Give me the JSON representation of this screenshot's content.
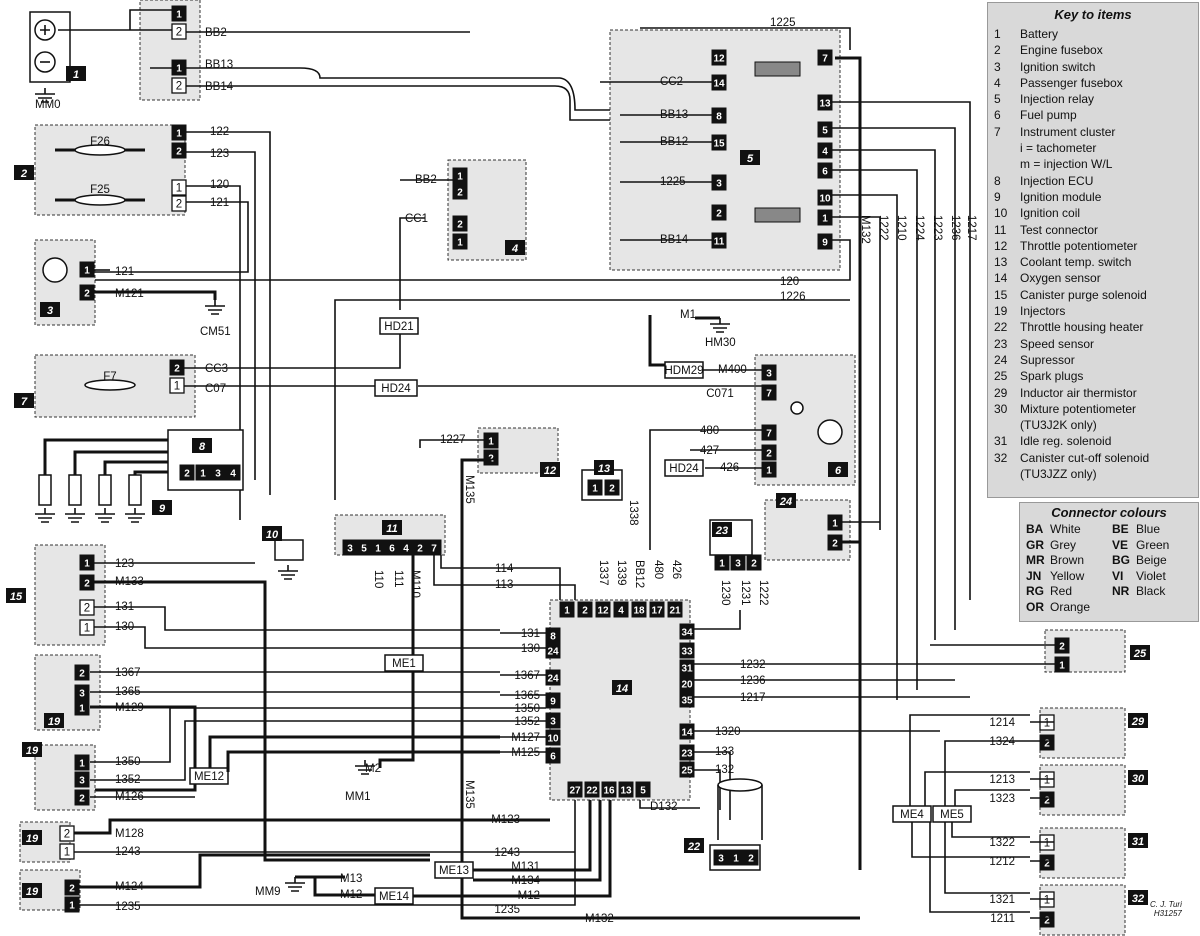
{
  "key": {
    "title": "Key to items",
    "items": [
      {
        "n": "1",
        "t": "Battery"
      },
      {
        "n": "2",
        "t": "Engine fusebox"
      },
      {
        "n": "3",
        "t": "Ignition switch"
      },
      {
        "n": "4",
        "t": "Passenger fusebox"
      },
      {
        "n": "5",
        "t": "Injection relay"
      },
      {
        "n": "6",
        "t": "Fuel pump"
      },
      {
        "n": "7",
        "t": "Instrument cluster"
      },
      {
        "n": "",
        "t": "i = tachometer"
      },
      {
        "n": "",
        "t": "m = injection W/L"
      },
      {
        "n": "8",
        "t": "Injection ECU"
      },
      {
        "n": "9",
        "t": "Ignition module"
      },
      {
        "n": "10",
        "t": "Ignition coil"
      },
      {
        "n": "11",
        "t": "Test connector"
      },
      {
        "n": "12",
        "t": "Throttle potentiometer"
      },
      {
        "n": "13",
        "t": "Coolant temp. switch"
      },
      {
        "n": "14",
        "t": "Oxygen sensor"
      },
      {
        "n": "15",
        "t": "Canister purge solenoid"
      },
      {
        "n": "19",
        "t": "Injectors"
      },
      {
        "n": "22",
        "t": "Throttle housing heater"
      },
      {
        "n": "23",
        "t": "Speed sensor"
      },
      {
        "n": "24",
        "t": "Supressor"
      },
      {
        "n": "25",
        "t": "Spark plugs"
      },
      {
        "n": "29",
        "t": "Inductor air thermistor"
      },
      {
        "n": "30",
        "t": "Mixture potentiometer"
      },
      {
        "n": "",
        "t": "(TU3J2K only)"
      },
      {
        "n": "31",
        "t": "Idle reg. solenoid"
      },
      {
        "n": "32",
        "t": "Canister cut-off solenoid"
      },
      {
        "n": "",
        "t": "(TU3JZZ only)"
      }
    ]
  },
  "colours": {
    "title": "Connector colours",
    "items": [
      {
        "code": "BA",
        "name": "White"
      },
      {
        "code": "BE",
        "name": "Blue"
      },
      {
        "code": "GR",
        "name": "Grey"
      },
      {
        "code": "VE",
        "name": "Green"
      },
      {
        "code": "MR",
        "name": "Brown"
      },
      {
        "code": "BG",
        "name": "Beige"
      },
      {
        "code": "JN",
        "name": "Yellow"
      },
      {
        "code": "VI",
        "name": "Violet"
      },
      {
        "code": "RG",
        "name": "Red"
      },
      {
        "code": "NR",
        "name": "Black"
      },
      {
        "code": "OR",
        "name": "Orange"
      },
      {
        "code": "",
        "name": ""
      }
    ]
  },
  "signature": {
    "line1": "C. J. Turi",
    "line2": "H31257"
  },
  "wire_labels": {
    "bb2": "BB2",
    "bb13": "BB13",
    "bb14": "BB14",
    "w122": "122",
    "w123": "123",
    "w120": "120",
    "w121": "121",
    "mm0": "MM0",
    "f26": "F26",
    "f25": "F25",
    "m121": "M121",
    "cm51": "CM51",
    "cc1": "CC1",
    "cc2": "CC2",
    "cc3": "CC3",
    "c07": "C07",
    "c071": "C071",
    "f7": "F7",
    "hd21": "HD21",
    "hd24": "HD24",
    "w1225": "1225",
    "w1226": "1226",
    "bb12": "BB12",
    "m1": "M1",
    "hm30": "HM30",
    "hdm29": "HDM29",
    "m400": "M400",
    "w480": "480",
    "w427": "427",
    "w426": "426",
    "w1227": "1227",
    "m135": "M135",
    "w1338": "1338",
    "w1337": "1337",
    "w1339": "1339",
    "w114": "114",
    "w113": "113",
    "w110": "110",
    "w111": "111",
    "m110": "M110",
    "me1": "ME1",
    "w131": "131",
    "w130": "130",
    "m133": "M133",
    "w1367": "1367",
    "w1365": "1365",
    "m129": "M129",
    "w1350": "1350",
    "w1352": "1352",
    "m127": "M127",
    "m125": "M125",
    "m126": "M126",
    "me12": "ME12",
    "m2": "M2",
    "mm1": "MM1",
    "m128": "M128",
    "w1243": "1243",
    "m124": "M124",
    "w1235": "1235",
    "m123": "M123",
    "m131": "M131",
    "m134": "M134",
    "m13": "M13",
    "m12": "M12",
    "me13": "ME13",
    "me14": "ME14",
    "mm9": "MM9",
    "m132": "M132",
    "d132": "D132",
    "w1320": "1320",
    "w133": "133",
    "w132": "132",
    "w1232": "1232",
    "w1236": "1236",
    "w1217": "1217",
    "w1230": "1230",
    "w1231": "1231",
    "w1222": "1222",
    "w1210": "1210",
    "w1224": "1224",
    "w1223": "1223",
    "w1214": "1214",
    "w1324": "1324",
    "w1213": "1213",
    "w1323": "1323",
    "w1322": "1322",
    "w1212": "1212",
    "w1321": "1321",
    "w1211": "1211",
    "me4": "ME4",
    "me5": "ME5"
  },
  "item_tags": [
    "1",
    "2",
    "3",
    "4",
    "5",
    "6",
    "7",
    "8",
    "9",
    "10",
    "11",
    "12",
    "13",
    "14",
    "15",
    "19",
    "19",
    "19",
    "19",
    "22",
    "23",
    "24",
    "25",
    "29",
    "30",
    "31",
    "32"
  ],
  "colors": {
    "ink": "#111111",
    "panel": "#d9d9d9",
    "component_fill": "#e6e6e6",
    "pin_fill": "#111111"
  }
}
